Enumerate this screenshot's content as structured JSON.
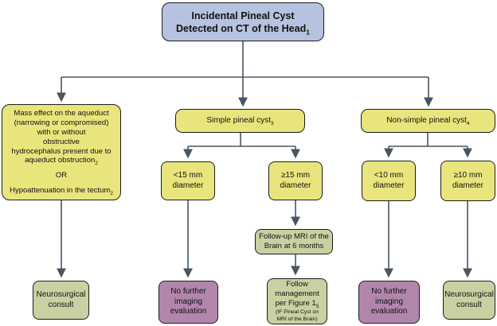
{
  "colors": {
    "header_fill": "#b6c3e0",
    "decision_fill": "#e9e57d",
    "action_fill": "#c7d1a1",
    "stop_fill": "#b286ac",
    "border": "#1c1c1c",
    "arrow": "#4a5560"
  },
  "nodes": {
    "root": {
      "line1": "Incidental Pineal Cyst",
      "line2": "Detected on CT of the Head",
      "line2_sub": "1"
    },
    "mass_effect": {
      "lines": [
        "Mass effect on the aqueduct",
        "(narrowing or compromised)",
        "with or without",
        "obstructive",
        "hydrocephalus present due to"
      ],
      "last_line": "aqueduct obstruction",
      "last_line_sub": "2",
      "or": "OR",
      "tectum": "Hypoattenuation in the tectum",
      "tectum_sub": "2"
    },
    "simple": {
      "label": "Simple pineal cyst",
      "sub": "3"
    },
    "non_simple": {
      "label": "Non-simple pineal cyst",
      "sub": "4"
    },
    "lt15": {
      "label": "<15 mm diameter"
    },
    "ge15": {
      "label": "≥15 mm diameter"
    },
    "lt10": {
      "label": "<10 mm diameter"
    },
    "ge10": {
      "label": "≥10 mm diameter"
    },
    "mri6": {
      "label": "Follow-up MRI of the Brain at 6 months"
    },
    "neuro_left": {
      "label": "Neurosurgical consult"
    },
    "no_further_mid": {
      "label": "No further imaging evaluation"
    },
    "follow_mgmt": {
      "line1": "Follow management",
      "line2": "per Figure 1",
      "line2_sub": "5",
      "note": "(IF Pineal Cyst on MRI of the Brain)"
    },
    "no_further_right": {
      "label": "No further imaging evaluation"
    },
    "neuro_right": {
      "label": "Neurosurgical consult"
    }
  }
}
